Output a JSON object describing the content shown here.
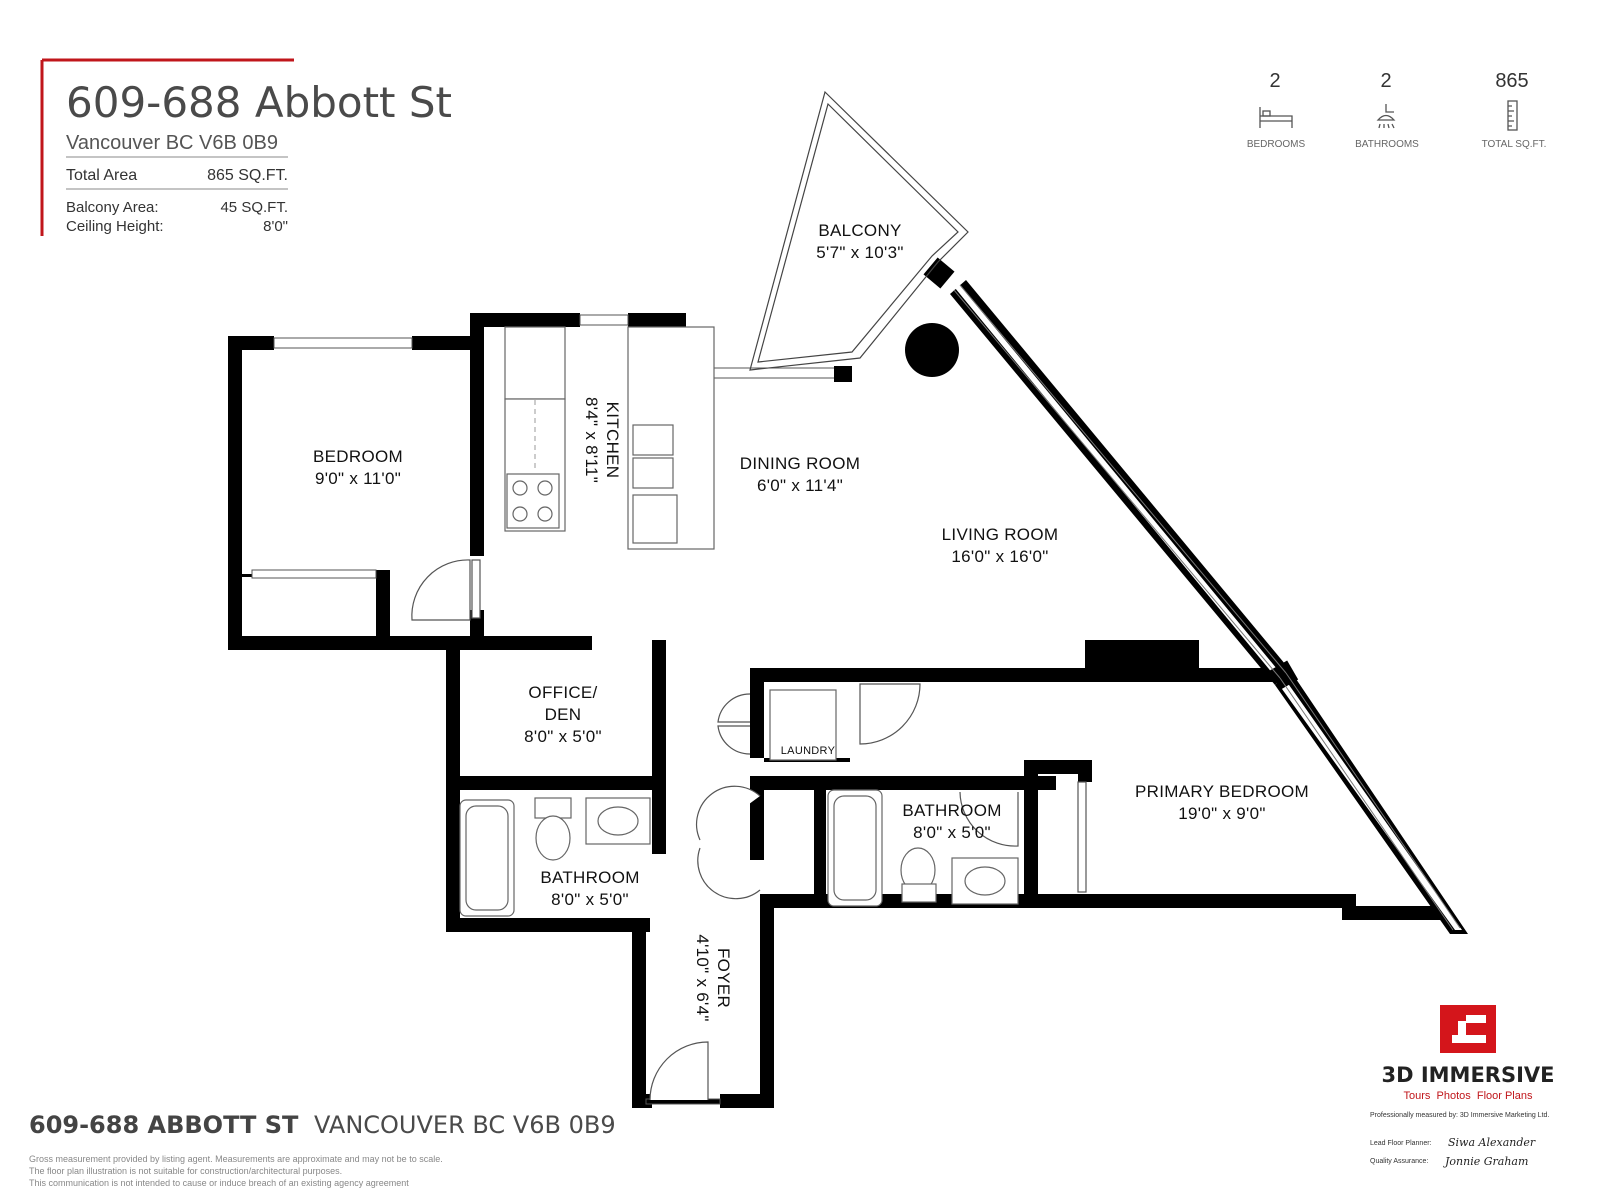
{
  "header": {
    "title": "609-688 Abbott St",
    "address": "Vancouver BC V6B 0B9",
    "total_area_label": "Total Area",
    "total_area_value": "865 SQ.FT.",
    "balcony_area_label": "Balcony Area:",
    "balcony_area_value": "45 SQ.FT.",
    "ceiling_label": "Ceiling Height:",
    "ceiling_value": "8'0\""
  },
  "stats": [
    {
      "value": "2",
      "label": "BEDROOMS",
      "icon": "bed-icon"
    },
    {
      "value": "2",
      "label": "BATHROOMS",
      "icon": "shower-icon"
    },
    {
      "value": "865",
      "label": "TOTAL SQ.FT.",
      "icon": "ruler-icon"
    }
  ],
  "rooms": {
    "balcony": {
      "name": "BALCONY",
      "dims": "5'7\" x 10'3\""
    },
    "kitchen": {
      "name": "KITCHEN",
      "dims": "8'4\" x 8'11\""
    },
    "dining": {
      "name": "DINING ROOM",
      "dims": "6'0\" x 11'4\""
    },
    "living": {
      "name": "LIVING ROOM",
      "dims": "16'0\" x 16'0\""
    },
    "bedroom": {
      "name": "BEDROOM",
      "dims": "9'0\" x 11'0\""
    },
    "office_line1": "OFFICE/",
    "office_line2": "DEN",
    "office_dims": "8'0\" x 5'0\"",
    "bath1": {
      "name": "BATHROOM",
      "dims": "8'0\" x 5'0\""
    },
    "bath2": {
      "name": "BATHROOM",
      "dims": "8'0\" x 5'0\""
    },
    "laundry": "LAUNDRY",
    "primary": {
      "name": "PRIMARY BEDROOM",
      "dims": "19'0\" x 9'0\""
    },
    "foyer": {
      "name": "FOYER",
      "dims": "4'10\" x 6'4\""
    }
  },
  "footer": {
    "address_bold": "609-688 ABBOTT ST",
    "address_rest": "VANCOUVER BC V6B 0B9",
    "disclaimer1": "Gross measurement provided by listing agent. Measurements are approximate and may not be to scale.",
    "disclaimer2": "The floor plan illustration is not suitable for construction/architectural purposes.",
    "disclaimer3": "This communication is not intended to cause or induce breach of an existing agency agreement"
  },
  "brand": {
    "name": "3D IMMERSIVE",
    "tagline": "Tours  Photos  Floor Plans",
    "measured_by": "Professionally measured by: 3D Immersive Marketing Ltd.",
    "planner_label": "Lead Floor Planner:",
    "planner_name": "Siwa Alexander",
    "qa_label": "Quality Assurance:",
    "qa_name": "Jonnie Graham",
    "color": "#d4151b"
  }
}
